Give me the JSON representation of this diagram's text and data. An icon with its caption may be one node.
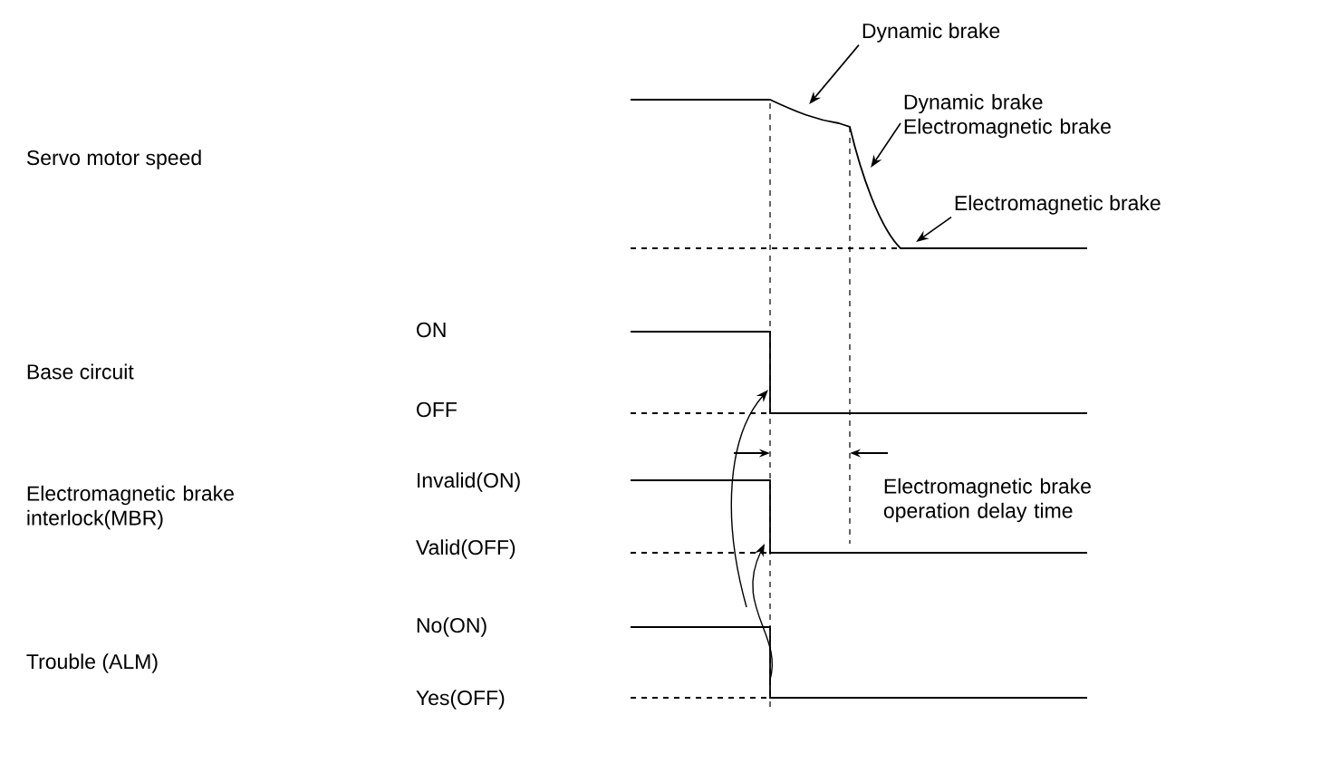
{
  "diagram": {
    "nodes": [
      {
        "text": [
          "Dynamic brake"
        ]
      },
      {
        "text": [
          "Dynamic brake Electromagnetic brake"
        ]
      },
      {
        "text": [
          "Electromagnetic brake"
        ]
      },
      {
        "text": [],
        "shape": "line"
      }
    ],
    "edges": [
      {
        "from": 0,
        "to": 3,
        "arrow": "to"
      },
      {
        "from": 1,
        "to": 3,
        "arrow": "to"
      },
      {
        "from": 2,
        "to": 3,
        "arrow": "to"
      }
    ],
    "labels": [
      "Servo motor speed",
      "ON",
      "Base circuit",
      "OFF",
      "Electromagnetic brake interlock(MBR)",
      "Invalid(ON)",
      "Electromagnetic brake operation delay time",
      "Valid(OFF)",
      "No(ON)",
      "Trouble (ALM)",
      "Yes(OFF)"
    ]
  }
}
